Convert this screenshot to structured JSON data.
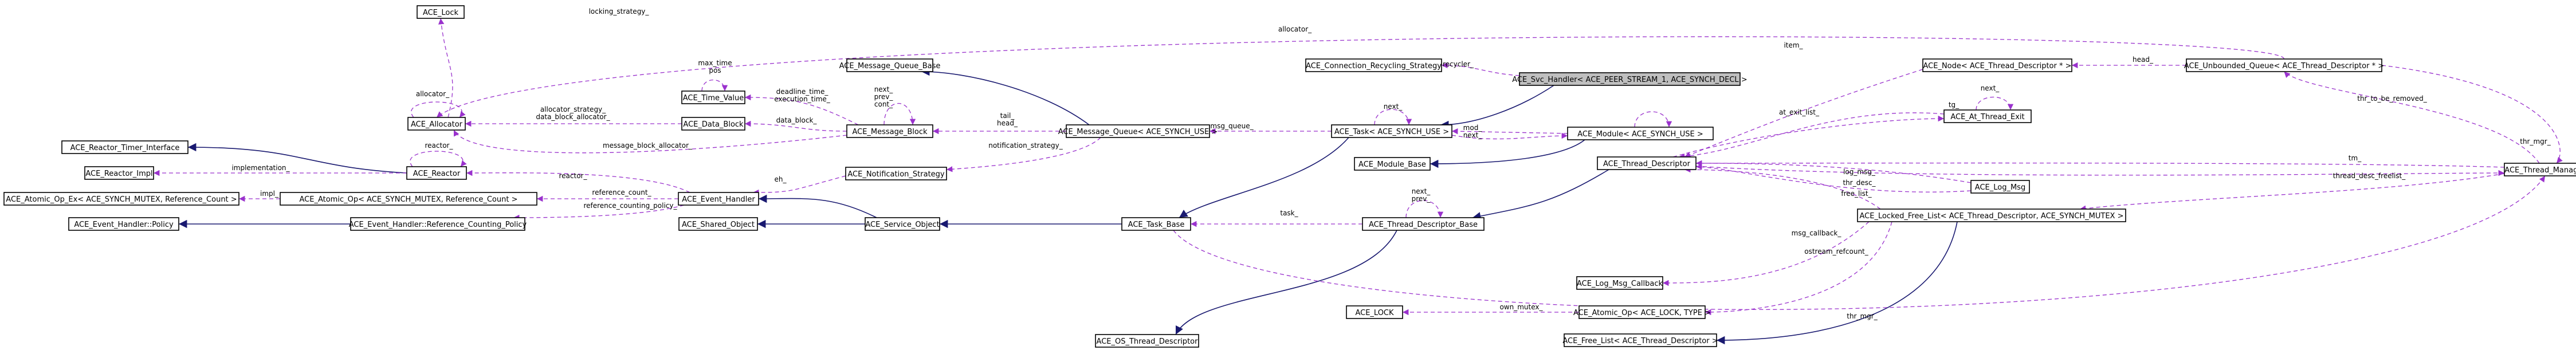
{
  "nodes": [
    {
      "id": "lock",
      "label": "ACE_Lock"
    },
    {
      "id": "time_value",
      "label": "ACE_Time_Value"
    },
    {
      "id": "allocator",
      "label": "ACE_Allocator"
    },
    {
      "id": "data_block",
      "label": "ACE_Data_Block"
    },
    {
      "id": "msg_queue_base",
      "label": "ACE_Message_Queue_Base"
    },
    {
      "id": "message_block",
      "label": "ACE_Message_Block"
    },
    {
      "id": "reactor_timer",
      "label": "ACE_Reactor_Timer_Interface"
    },
    {
      "id": "reactor_impl",
      "label": "ACE_Reactor_Impl"
    },
    {
      "id": "reactor",
      "label": "ACE_Reactor"
    },
    {
      "id": "atomic_op_ex",
      "label": "ACE_Atomic_Op_Ex< ACE_SYNCH_MUTEX, Reference_Count >"
    },
    {
      "id": "atomic_op",
      "label": "ACE_Atomic_Op< ACE_SYNCH_MUTEX, Reference_Count >"
    },
    {
      "id": "eh_policy",
      "label": "ACE_Event_Handler::Policy"
    },
    {
      "id": "eh_refpolicy",
      "label": "ACE_Event_Handler::Reference_Counting_Policy"
    },
    {
      "id": "event_handler",
      "label": "ACE_Event_Handler"
    },
    {
      "id": "shared_object",
      "label": "ACE_Shared_Object"
    },
    {
      "id": "service_object",
      "label": "ACE_Service_Object"
    },
    {
      "id": "notification",
      "label": "ACE_Notification_Strategy"
    },
    {
      "id": "message_queue",
      "label": "ACE_Message_Queue< ACE_SYNCH_USE >"
    },
    {
      "id": "conn_recycling",
      "label": "ACE_Connection_Recycling_Strategy"
    },
    {
      "id": "svc_handler",
      "label": "ACE_Svc_Handler< ACE_PEER_STREAM_1, ACE_SYNCH_DECL >",
      "focus": true
    },
    {
      "id": "task",
      "label": "ACE_Task< ACE_SYNCH_USE >"
    },
    {
      "id": "task_base",
      "label": "ACE_Task_Base"
    },
    {
      "id": "module_base",
      "label": "ACE_Module_Base"
    },
    {
      "id": "module",
      "label": "ACE_Module< ACE_SYNCH_USE >"
    },
    {
      "id": "thread_desc_base",
      "label": "ACE_Thread_Descriptor_Base"
    },
    {
      "id": "os_thread_desc",
      "label": "ACE_OS_Thread_Descriptor"
    },
    {
      "id": "thread_descriptor",
      "label": "ACE_Thread_Descriptor"
    },
    {
      "id": "log_msg",
      "label": "ACE_Log_Msg"
    },
    {
      "id": "log_msg_callback",
      "label": "ACE_Log_Msg_Callback"
    },
    {
      "id": "ace_lock",
      "label": "ACE_LOCK"
    },
    {
      "id": "atomic_op_lock",
      "label": "ACE_Atomic_Op< ACE_LOCK, TYPE >"
    },
    {
      "id": "free_list",
      "label": "ACE_Free_List< ACE_Thread_Descriptor >"
    },
    {
      "id": "node_td",
      "label": "ACE_Node< ACE_Thread_Descriptor * >"
    },
    {
      "id": "at_thread_exit",
      "label": "ACE_At_Thread_Exit"
    },
    {
      "id": "locked_free_list",
      "label": "ACE_Locked_Free_List< ACE_Thread_Descriptor, ACE_SYNCH_MUTEX >"
    },
    {
      "id": "unbounded_queue",
      "label": "ACE_Unbounded_Queue< ACE_Thread_Descriptor * >"
    },
    {
      "id": "thread_manager",
      "label": "ACE_Thread_Manager"
    }
  ],
  "edge_labels": {
    "locking_strategy": "locking_strategy_",
    "max_time_pos": "max_time\npos",
    "allocator_self": "allocator_",
    "allocator_strategy": "allocator_strategy_\ndata_block_allocator_",
    "deadline_time": "deadline_time_\nexecution_time_",
    "next_prev_cont": "next_\nprev_\ncont_",
    "data_block": "data_block_",
    "message_block_allocator": "message_block_allocator_",
    "tail_head": "tail_\nhead_",
    "msg_queue": "msg_queue_",
    "notification_strategy": "notification_strategy_",
    "implementation": "implementation_",
    "reactor_self": "reactor_",
    "reactor": "reactor_",
    "impl": "impl_",
    "reference_count": "reference_count_",
    "reference_counting_policy": "reference_counting_policy_",
    "eh": "eh_",
    "recycler": "recycler_",
    "next_task": "next_",
    "mod_next": "mod_\nnext_",
    "mod_next_pair": "mod_\nnext_",
    "allocator_top": "allocator_",
    "item": "item_",
    "head": "head_",
    "next_at": "next_",
    "tg": "tg_",
    "at_exit_list": "at_exit_list_",
    "log_msg": "log_msg_",
    "thr_desc": "thr_desc_",
    "free_list_edge": "free_list_",
    "next_prev_td": "next_\nprev_",
    "task": "task_",
    "msg_callback": "msg_callback_",
    "ostream_refcount": "ostream_refcount_",
    "own_mutex": "own_mutex_",
    "thr_to_be_removed": "thr_to_be_removed_",
    "thr_mgr_right": "thr_mgr_",
    "tm": "tm_",
    "thread_desc_freelist": "thread_desc_freelist_",
    "thr_mgr_bottom": "thr_mgr_"
  },
  "colors": {
    "inheritance": "#191970",
    "usage": "#9a32cd",
    "focus_fill": "#bfbfbf"
  }
}
